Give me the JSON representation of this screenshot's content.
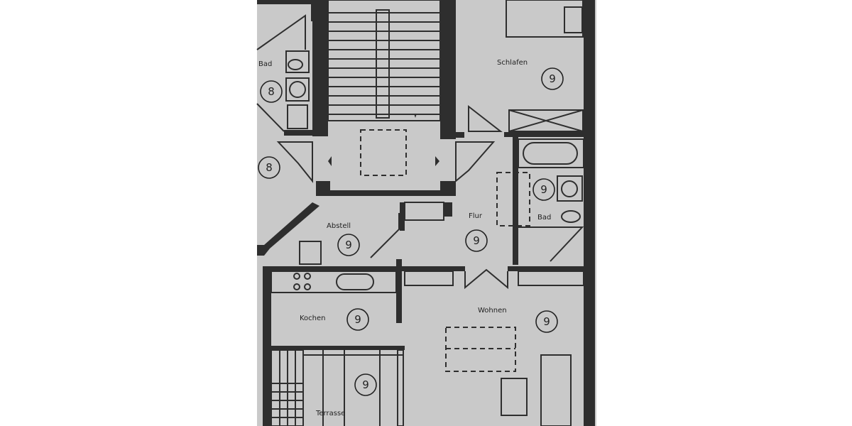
{
  "floor_plan": {
    "colors": {
      "paper": "#c9c9c9",
      "wall": "#2e2e2e",
      "background": "#ffffff"
    },
    "rooms": [
      {
        "name": "Bad",
        "number": "8"
      },
      {
        "name": "Schlafen",
        "number": "9"
      },
      {
        "name": "Abstell",
        "number": "9"
      },
      {
        "name": "Flur",
        "number": "9"
      },
      {
        "name": "Bad",
        "number": "9"
      },
      {
        "name": "Kochen",
        "number": "9"
      },
      {
        "name": "Wohnen",
        "number": "9"
      },
      {
        "name": "Terrasse",
        "number": "9"
      }
    ],
    "partial_number": "8"
  }
}
